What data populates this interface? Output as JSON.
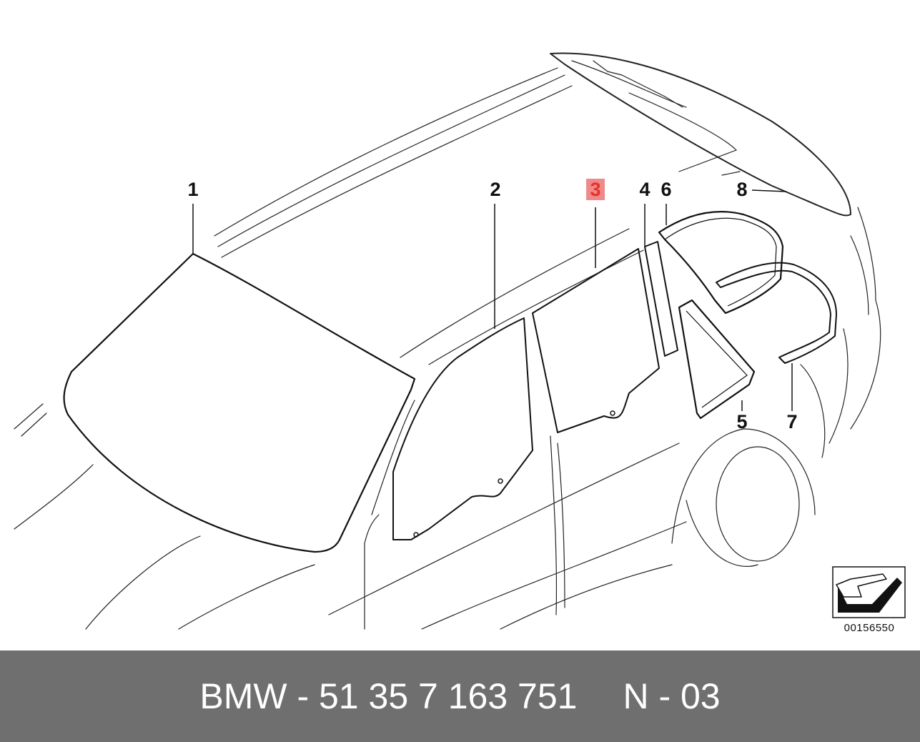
{
  "diagram": {
    "callouts": [
      {
        "id": "1",
        "label": "1",
        "highlighted": false
      },
      {
        "id": "2",
        "label": "2",
        "highlighted": false
      },
      {
        "id": "3",
        "label": "3",
        "highlighted": true
      },
      {
        "id": "4",
        "label": "4",
        "highlighted": false
      },
      {
        "id": "6",
        "label": "6",
        "highlighted": false
      },
      {
        "id": "8",
        "label": "8",
        "highlighted": false
      },
      {
        "id": "5",
        "label": "5",
        "highlighted": false
      },
      {
        "id": "7",
        "label": "7",
        "highlighted": false
      }
    ],
    "highlight_color": "#e3332b",
    "reference_number": "00156550",
    "orientation_icon": "front-direction-arrow-icon"
  },
  "footer": {
    "part_text": "BMW - 51 35 7 163 751",
    "code_text": "N - 03",
    "background_color": "#6f6f6f"
  }
}
